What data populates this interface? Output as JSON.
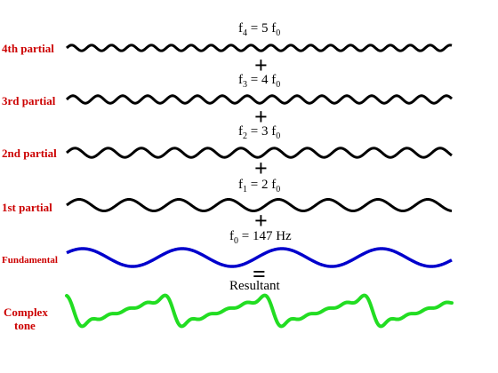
{
  "colors": {
    "label": "#cc0000",
    "text": "#000000",
    "partial_wave": "#000000",
    "fundamental_wave": "#0000cc",
    "complex_wave": "#22dd22"
  },
  "rows": [
    {
      "label": "4th partial",
      "eq_var": "f",
      "eq_sub": "4",
      "eq_rhs": " = 5 f",
      "eq_rhs_sub": "0",
      "multiple": 5
    },
    {
      "label": "3rd partial",
      "eq_var": "f",
      "eq_sub": "3",
      "eq_rhs": " = 4 f",
      "eq_rhs_sub": "0",
      "multiple": 4
    },
    {
      "label": "2nd partial",
      "eq_var": "f",
      "eq_sub": "2",
      "eq_rhs": " = 3 f",
      "eq_rhs_sub": "0",
      "multiple": 3
    },
    {
      "label": "1st partial",
      "eq_var": "f",
      "eq_sub": "1",
      "eq_rhs": " = 2 f",
      "eq_rhs_sub": "0",
      "multiple": 2
    }
  ],
  "fundamental": {
    "label": "Fundamental",
    "eq_var": "f",
    "eq_sub": "0",
    "eq_rhs": " = 147 Hz"
  },
  "operators": {
    "plus": "+",
    "equals": "="
  },
  "resultant_label": "Resultant",
  "complex": {
    "label_line1": "Complex",
    "label_line2": "tone"
  }
}
